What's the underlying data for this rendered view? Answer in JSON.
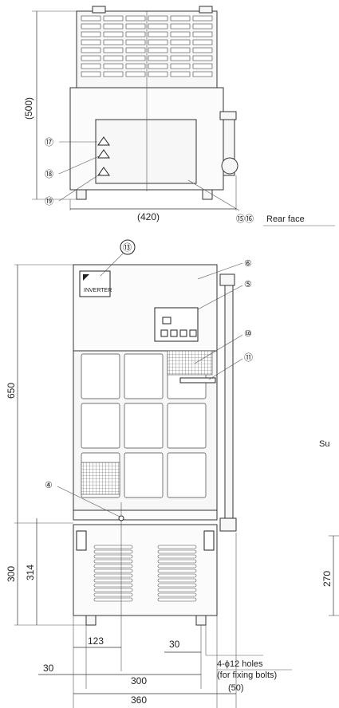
{
  "top_view": {
    "dim_height": "(500)",
    "dim_width": "(420)",
    "rear_face_label": "Rear face",
    "callouts": [
      "⑰",
      "⑱",
      "⑲",
      "⑮⑯"
    ]
  },
  "front_view": {
    "logo_text": "INVERTER",
    "dim_unit_height": "650",
    "dim_stand_height": "300",
    "dim_stand_height_2": "314",
    "dim_right_height": "270",
    "dim_123": "123",
    "dim_30_mid": "30",
    "dim_30_left": "30",
    "dim_300": "300",
    "dim_360": "360",
    "dim_50": "(50)",
    "holes_note_1": "4-ϕ12 holes",
    "holes_note_2": "(for fixing bolts)",
    "cut_text": "Su",
    "callouts": [
      "⑬",
      "⑥",
      "⑤",
      "⑩",
      "⑪",
      "④"
    ]
  }
}
